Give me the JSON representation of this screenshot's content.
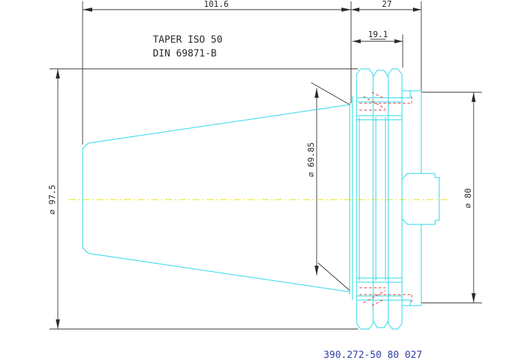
{
  "dimensions": {
    "length_total": "101.6",
    "flange_width": "27",
    "flange_inner": "19.1",
    "diameter_taper_large": "⌀ 69.85",
    "diameter_flange": "⌀ 97.5",
    "diameter_shank": "⌀ 80"
  },
  "notes": {
    "line1": "TAPER ISO 50",
    "line2": "DIN 69871-B"
  },
  "part_number": "390.272-50 80 027",
  "colors": {
    "contour": "#22d6e6",
    "dimension": "#2a2a2a",
    "hidden": "#e23b3b",
    "centerline": "#e6e600",
    "part_number": "#2f3fa8"
  }
}
